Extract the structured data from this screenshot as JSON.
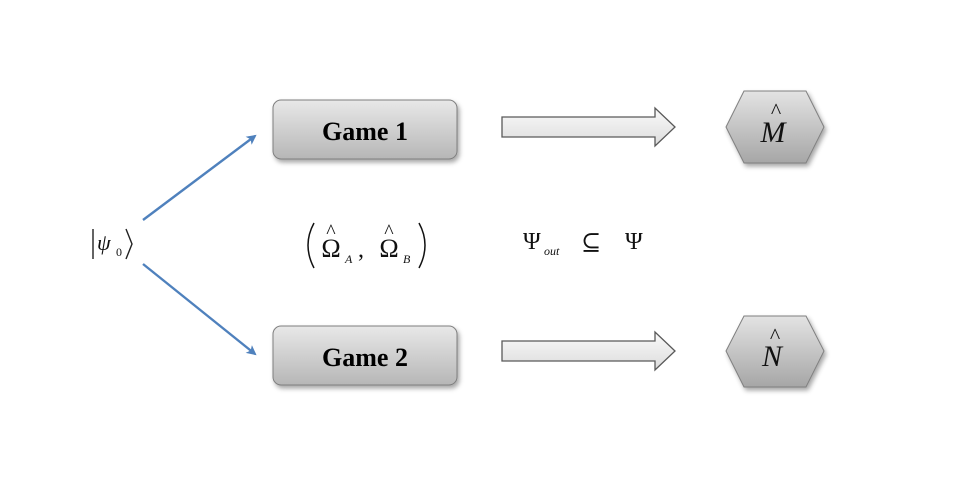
{
  "initial_state": {
    "psi": "ψ",
    "subscript": "0"
  },
  "games": [
    {
      "label": "Game 1",
      "result_symbol": "M",
      "result_hat": "^"
    },
    {
      "label": "Game 2",
      "result_symbol": "N",
      "result_hat": "^"
    }
  ],
  "operators": {
    "omega": "Ω",
    "hat": "^",
    "sub_a": "A",
    "sub_b": "B",
    "comma": ","
  },
  "relation": {
    "psi_out": "Ψ",
    "out_subscript": "out",
    "subset": "⊆",
    "psi": "Ψ"
  },
  "colors": {
    "arrow_blue": "#4f81bd",
    "box_fill_top": "#e6e6e6",
    "box_fill_bottom": "#b9b9b9",
    "box_border": "#7f7f7f",
    "hex_fill_top": "#e1e1e1",
    "hex_fill_bottom": "#a8a8a8",
    "block_arrow_fill": "#eeeeee",
    "block_arrow_stroke": "#595959"
  }
}
